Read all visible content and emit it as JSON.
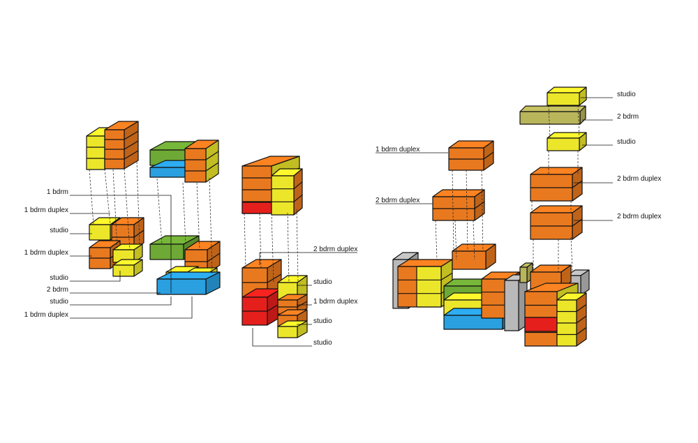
{
  "colors": {
    "orange": "#e9791f",
    "yellow": "#ece62a",
    "green": "#6ea935",
    "blue": "#2aa0e0",
    "red": "#e5201c",
    "olive": "#b9b55a",
    "grey": "#b9b9b9"
  },
  "left_diagram": {
    "labels": [
      "1 bdrm",
      "1 bdrm duplex",
      "studio",
      "1 bdrm duplex",
      "studio",
      "2 bdrm",
      "studio",
      "1 bdrm duplex"
    ],
    "mid_labels": [
      "2 bdrm duplex",
      "studio",
      "1 bdrm duplex",
      "studio",
      "studio"
    ]
  },
  "right_diagram": {
    "left_labels": [
      "1 bdrm duplex",
      "2 bdrm duplex"
    ],
    "right_labels": [
      "studio",
      "2 bdrm",
      "studio",
      "2 bdrm duplex",
      "2 bdrm duplex"
    ]
  }
}
